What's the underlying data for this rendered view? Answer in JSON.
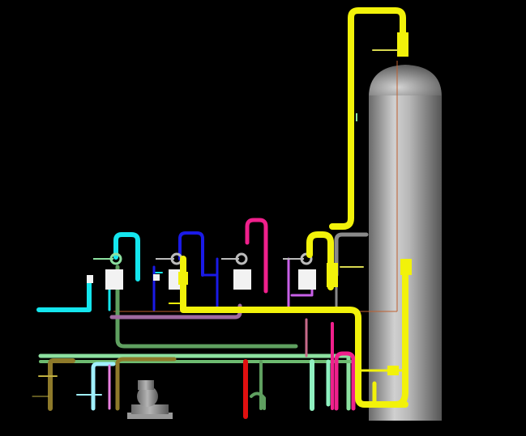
{
  "scene": {
    "background": "#000000",
    "colors": {
      "yellow": "#f2f20a",
      "cyan": "#14e6ee",
      "blue": "#1a1ae6",
      "magenta": "#f0208c",
      "violet": "#c860e8",
      "grey_line": "#8a8a8a",
      "olive": "#8e7a2a",
      "green": "#5fa060",
      "lightgreen": "#8ce0a0",
      "mint": "#8ff0c0",
      "pink": "#e880e0",
      "red": "#e01010",
      "lightcyan": "#a0f0ff",
      "orange_line": "#c06030",
      "vessel_light": "#c8c8c8",
      "vessel_dark": "#5a5a5a",
      "pump_grey": "#8c8c8c",
      "white_box": "#f2f2f2"
    },
    "equipment": [
      "distillation-column",
      "overhead-vapor-line",
      "reboiler-return-line",
      "exchanger-1",
      "exchanger-2",
      "exchanger-3",
      "exchanger-4",
      "bottoms-pump",
      "header-piping"
    ]
  }
}
